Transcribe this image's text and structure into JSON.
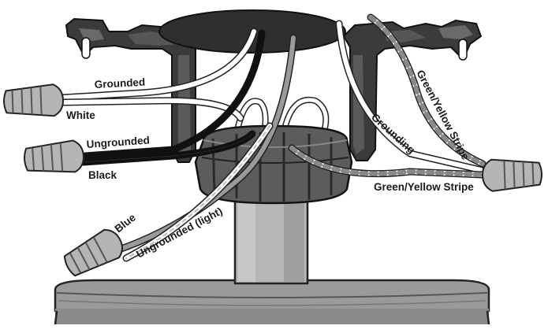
{
  "labels": {
    "grounded": "Grounded",
    "white": "White",
    "ungrounded": "Ungrounded",
    "black": "Black",
    "blue": "Blue",
    "ungrounded_light": "Ungrounded (light)",
    "grounding": "Grounding",
    "green_yellow_stripe_wire": "Green/Yellow Stripe",
    "green_yellow_stripe_nut": "Green/Yellow Stripe"
  },
  "colors": {
    "metal_dark": "#3a3a3a",
    "metal_mid": "#6b6b6b",
    "metal_light": "#a9a9a9",
    "wire_nut": "#b5b5b5",
    "wire_black": "#111111",
    "wire_gray": "#8f8f8f",
    "outline": "#222222",
    "background": "#ffffff"
  }
}
